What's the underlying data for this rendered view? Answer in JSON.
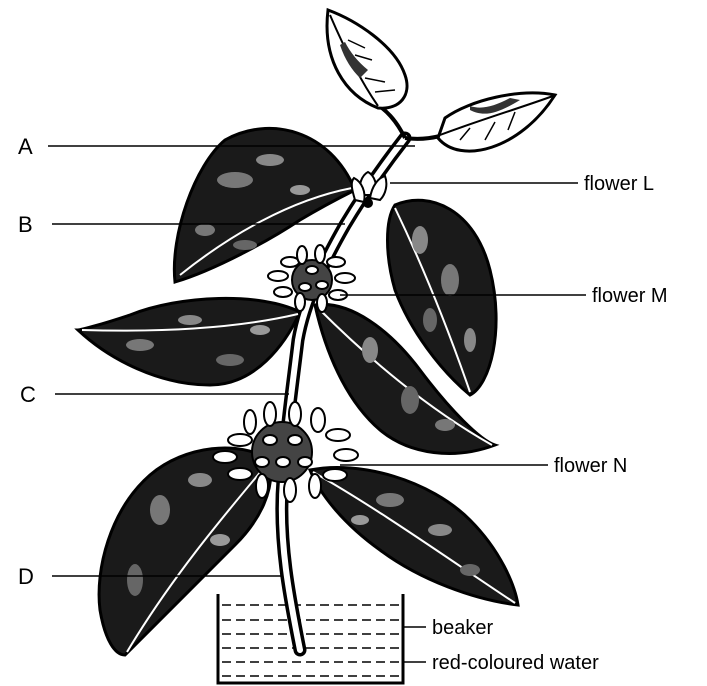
{
  "labels": {
    "A": "A",
    "B": "B",
    "C": "C",
    "D": "D",
    "flower_L": "flower L",
    "flower_M": "flower M",
    "flower_N": "flower N",
    "beaker": "beaker",
    "water": "red-coloured water"
  },
  "colors": {
    "ink": "#000000",
    "paper": "#ffffff",
    "leaf_dark": "#1a1a1a"
  }
}
